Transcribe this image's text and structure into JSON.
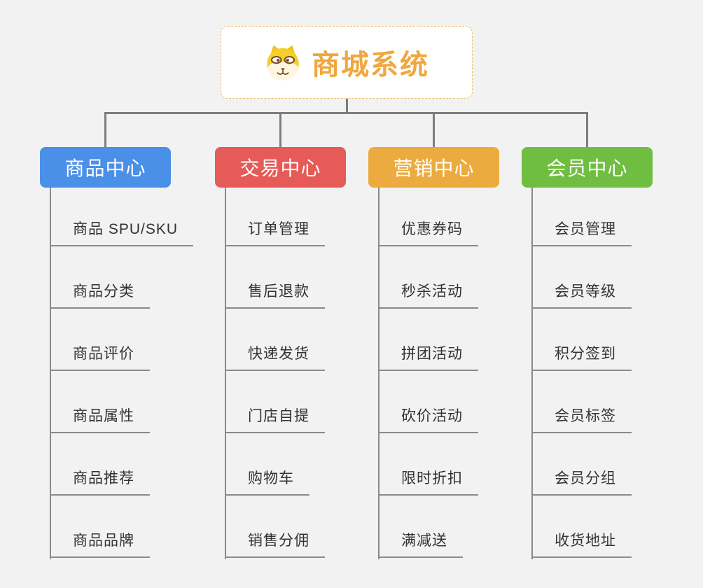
{
  "page": {
    "background": "#f2f2f2"
  },
  "root": {
    "title": "商城系统",
    "icon": "doge-icon",
    "text_color": "#f0a73e",
    "border_color": "#f0bb62"
  },
  "connector_color": "#7d7d7d",
  "branch_line_color": "#8a8a8a",
  "branches": [
    {
      "id": "product-center",
      "label": "商品中心",
      "color": "#4a8fe8",
      "items": [
        "商品 SPU/SKU",
        "商品分类",
        "商品评价",
        "商品属性",
        "商品推荐",
        "商品品牌"
      ]
    },
    {
      "id": "trade-center",
      "label": "交易中心",
      "color": "#e65b58",
      "items": [
        "订单管理",
        "售后退款",
        "快递发货",
        "门店自提",
        "购物车",
        "销售分佣"
      ]
    },
    {
      "id": "marketing-center",
      "label": "营销中心",
      "color": "#ecab3e",
      "items": [
        "优惠券码",
        "秒杀活动",
        "拼团活动",
        "砍价活动",
        "限时折扣",
        "满减送"
      ]
    },
    {
      "id": "member-center",
      "label": "会员中心",
      "color": "#70be41",
      "items": [
        "会员管理",
        "会员等级",
        "积分签到",
        "会员标签",
        "会员分组",
        "收货地址"
      ]
    }
  ]
}
